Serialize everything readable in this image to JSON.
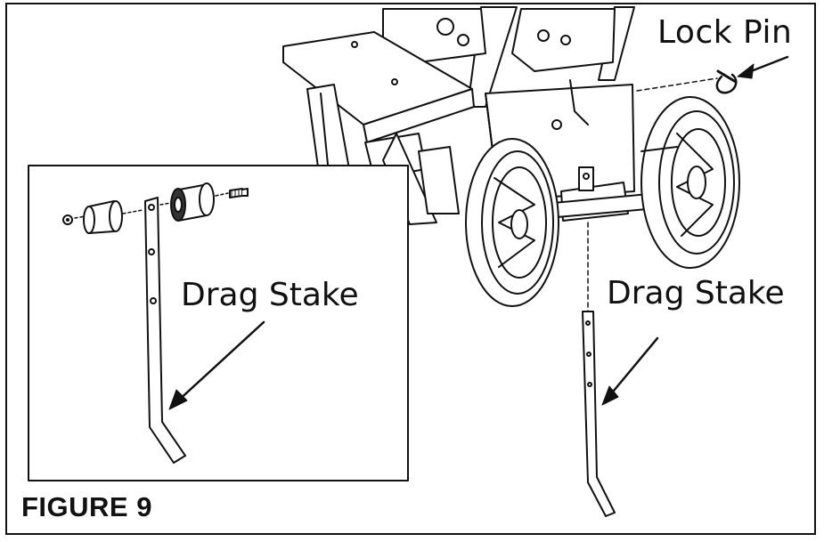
{
  "figure": {
    "caption": "FIGURE 9",
    "labels": {
      "lock_pin": "Lock  Pin",
      "drag_stake_main": "Drag Stake",
      "drag_stake_inset": "Drag Stake"
    },
    "icons": [
      "lock-pin-icon",
      "wheel-icon",
      "drag-stake-icon",
      "bushing-icon",
      "bolt-icon",
      "nut-icon",
      "arrow-icon"
    ]
  }
}
